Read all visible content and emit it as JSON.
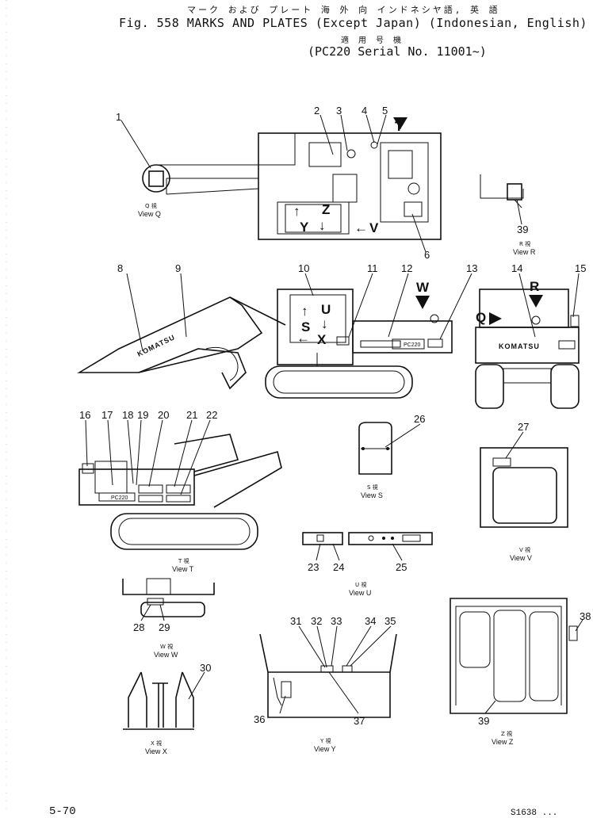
{
  "header": {
    "jp_line": "マーク および プレート 海 外 向 インドネシヤ語, 英 語",
    "main": "Fig. 558  MARKS AND PLATES (Except Japan) (Indonesian, English)",
    "applicable_jp": "適 用 号 機",
    "serial": "(PC220 Serial No. 11001~)"
  },
  "brand": "KOMATSU",
  "model": "PC220",
  "views": {
    "Q": {
      "jp": "Q 視",
      "en": "View Q"
    },
    "R": {
      "jp": "R 視",
      "en": "View R"
    },
    "S": {
      "jp": "S 視",
      "en": "View S"
    },
    "T": {
      "jp": "T 視",
      "en": "View T"
    },
    "U": {
      "jp": "U 視",
      "en": "View U"
    },
    "V": {
      "jp": "V 視",
      "en": "View V"
    },
    "W": {
      "jp": "W 視",
      "en": "View W"
    },
    "X": {
      "jp": "X 視",
      "en": "View X"
    },
    "Y": {
      "jp": "Y 視",
      "en": "View Y"
    },
    "Z": {
      "jp": "Z 視",
      "en": "View Z"
    }
  },
  "view_letters": [
    "T",
    "W",
    "R",
    "Q",
    "S",
    "U",
    "X",
    "Y",
    "Z",
    "V"
  ],
  "callouts": [
    "1",
    "2",
    "3",
    "4",
    "5",
    "6",
    "8",
    "9",
    "10",
    "11",
    "12",
    "13",
    "14",
    "15",
    "16",
    "17",
    "18",
    "19",
    "20",
    "21",
    "22",
    "23",
    "24",
    "25",
    "26",
    "27",
    "28",
    "29",
    "30",
    "31",
    "32",
    "33",
    "34",
    "35",
    "36",
    "37",
    "38",
    "39"
  ],
  "footer": {
    "page": "5-70",
    "code": "S1638 ..."
  }
}
